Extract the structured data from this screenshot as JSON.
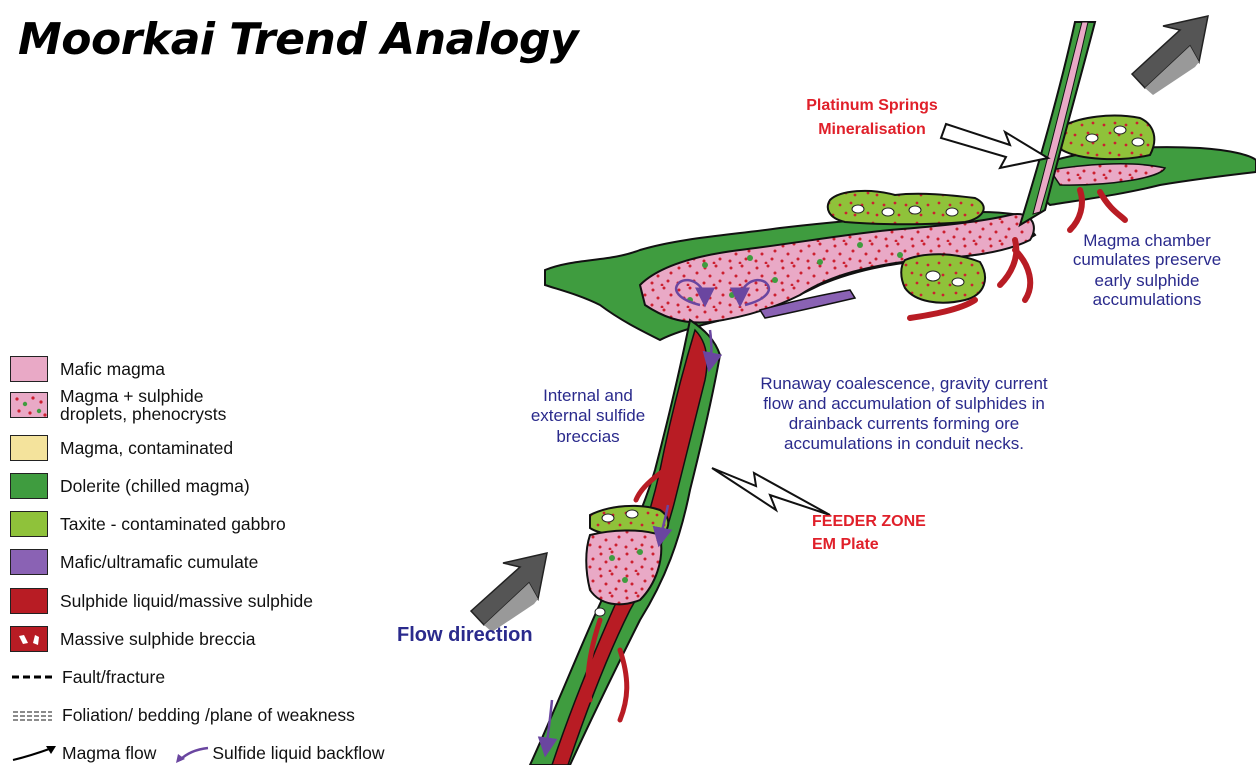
{
  "title": "Moorkai Trend Analogy",
  "colors": {
    "mafic_magma": "#e9a9c6",
    "dolerite": "#3f9c3f",
    "taxite": "#8fc23a",
    "cumulate": "#8a62b4",
    "sulphide": "#b81c24",
    "contaminated": "#f4e39c",
    "droplet_red": "#cc2030",
    "label_red": "#e0202a",
    "label_blue": "#2a2a8c"
  },
  "legend": {
    "mafic_magma": "Mafic magma",
    "magma_sulphide_1": "Magma + sulphide",
    "magma_sulphide_2": "droplets, phenocrysts",
    "contaminated": "Magma, contaminated",
    "dolerite": "Dolerite (chilled magma)",
    "taxite": "Taxite - contaminated gabbro",
    "cumulate": "Mafic/ultramafic cumulate",
    "sulphide": "Sulphide liquid/massive sulphide",
    "breccia": "Massive sulphide breccia",
    "fault": "Fault/fracture",
    "foliation": "Foliation/ bedding /plane of weakness",
    "magma_flow": "Magma flow",
    "backflow": "Sulfide liquid backflow"
  },
  "annotations": {
    "platinum_1": "Platinum Springs",
    "platinum_2": "Mineralisation",
    "chamber_1": "Magma chamber",
    "chamber_2": "cumulates preserve",
    "chamber_3": "early sulphide",
    "chamber_4": "accumulations",
    "breccias_1": "Internal and",
    "breccias_2": "external sulfide",
    "breccias_3": "breccias",
    "runaway_1": "Runaway coalescence, gravity current",
    "runaway_2": "flow and accumulation of sulphides in",
    "runaway_3": "drainback currents forming ore",
    "runaway_4": "accumulations in conduit necks.",
    "feeder_1": "FEEDER ZONE",
    "feeder_2": "EM Plate",
    "flow_direction": "Flow direction"
  }
}
